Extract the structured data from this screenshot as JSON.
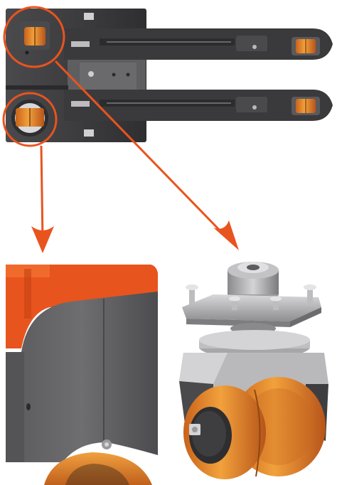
{
  "figure": {
    "kind": "exploded-detail-diagram",
    "subject": "pallet-truck-caster-wheels",
    "views": [
      "top-view-forks",
      "side-detail-drive-housing",
      "caster-assembly-detail"
    ],
    "callouts": [
      {
        "name": "callout-circle-upper-caster",
        "points_to": "caster-assembly-detail"
      },
      {
        "name": "callout-circle-lower-caster",
        "points_to": "side-detail-drive-housing"
      }
    ],
    "colors": {
      "accent_orange": "#e8541e",
      "wheel_orange": "#e08a1e",
      "dark_body": "#3b3b3d",
      "mid_grey": "#6b6b6e",
      "light_grey": "#c9c9cc",
      "steel": "#a8a8ab",
      "background": "#ffffff"
    }
  }
}
